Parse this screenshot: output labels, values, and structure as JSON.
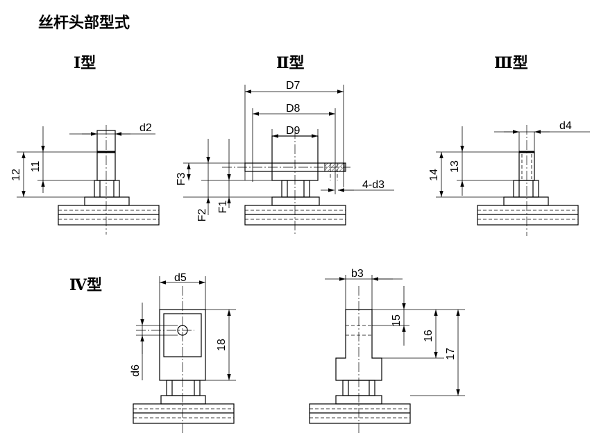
{
  "title": "丝杆头部型式",
  "types": {
    "t1": "Ⅰ型",
    "t2": "Ⅱ型",
    "t3": "Ⅲ型",
    "t4": "Ⅳ型"
  },
  "dims": {
    "d2": "d2",
    "d3": "4-d3",
    "d4": "d4",
    "d5": "d5",
    "d6": "d6",
    "D7": "D7",
    "D8": "D8",
    "D9": "D9",
    "F1": "F1",
    "F2": "F2",
    "F3": "F3",
    "b3": "b3",
    "l1": "11",
    "l2": "12",
    "l3": "13",
    "l4": "14",
    "l5": "15",
    "l6": "16",
    "l7": "17",
    "l8": "18"
  }
}
